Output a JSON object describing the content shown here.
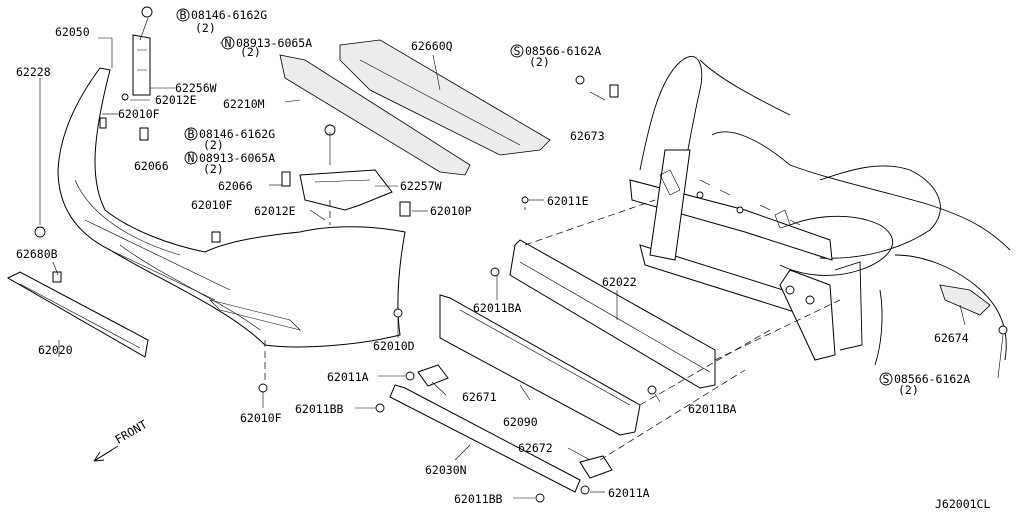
{
  "diagram_code": "J62001CL",
  "direction_label": "FRONT",
  "bolt_labels": [
    {
      "prefix": "B",
      "code": "08146-6162G",
      "qty": "(2)"
    },
    {
      "prefix": "N",
      "code": "08913-6065A",
      "qty": "(2)"
    },
    {
      "prefix": "S",
      "code": "08566-6162A",
      "qty": "(2)"
    },
    {
      "prefix": "B",
      "code": "08146-6162G",
      "qty": "(2)"
    },
    {
      "prefix": "N",
      "code": "08913-6065A",
      "qty": "(2)"
    },
    {
      "prefix": "S",
      "code": "08566-6162A",
      "qty": "(2)"
    }
  ],
  "parts": [
    "62050",
    "62228",
    "62256W",
    "62012E",
    "62010F",
    "62066",
    "62660Q",
    "62210M",
    "62673",
    "62066",
    "62257W",
    "62010F",
    "62012E",
    "62010P",
    "62011E",
    "62680B",
    "62022",
    "62020",
    "62011BA",
    "62010D",
    "62011A",
    "62671",
    "62011BB",
    "62090",
    "62011BA",
    "62674",
    "62010F",
    "62672",
    "62030N",
    "62011BB",
    "62011A"
  ]
}
